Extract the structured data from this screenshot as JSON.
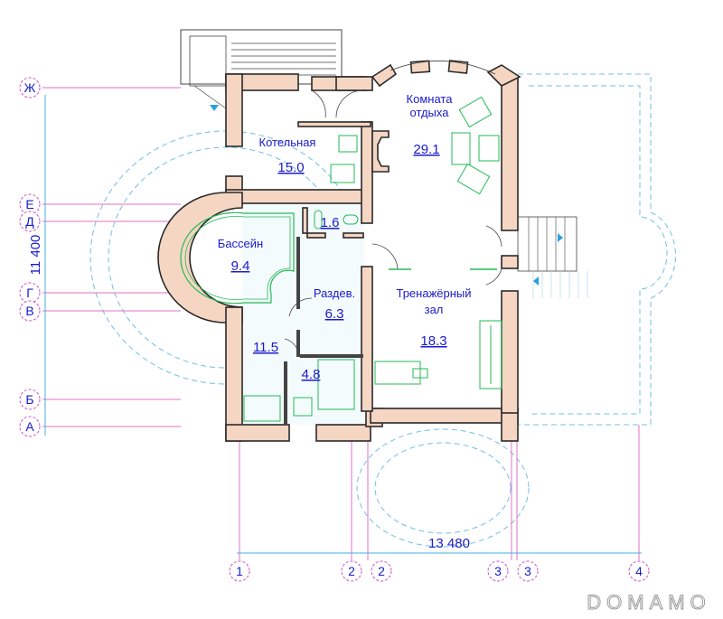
{
  "axes_rows": [
    "Ж",
    "Е",
    "Д",
    "Г",
    "В",
    "Б",
    "А"
  ],
  "axes_cols": [
    "1",
    "2",
    "2",
    "3",
    "3",
    "4"
  ],
  "dimensions": {
    "vertical": "11 400",
    "horizontal": "13 480"
  },
  "rooms": [
    {
      "name": "Котельная",
      "area": "15.0"
    },
    {
      "name": "Комната",
      "name2": "отдыха",
      "area": "29.1"
    },
    {
      "name": "",
      "area": "1.6"
    },
    {
      "name": "Бассейн",
      "area": "9.4"
    },
    {
      "name": "Раздев.",
      "area": "6.3"
    },
    {
      "name": "Тренажёрный",
      "name2": "зал",
      "area": "18.3"
    },
    {
      "name": "",
      "area": "11.5"
    },
    {
      "name": "",
      "area": "4.8"
    }
  ],
  "watermark": "DOMAMO",
  "colors": {
    "wall": "#f5d6c3",
    "text": "#1a1acc",
    "axis": "#e070c8",
    "furniture": "#22bb55",
    "dimension": "#40b0e0"
  }
}
